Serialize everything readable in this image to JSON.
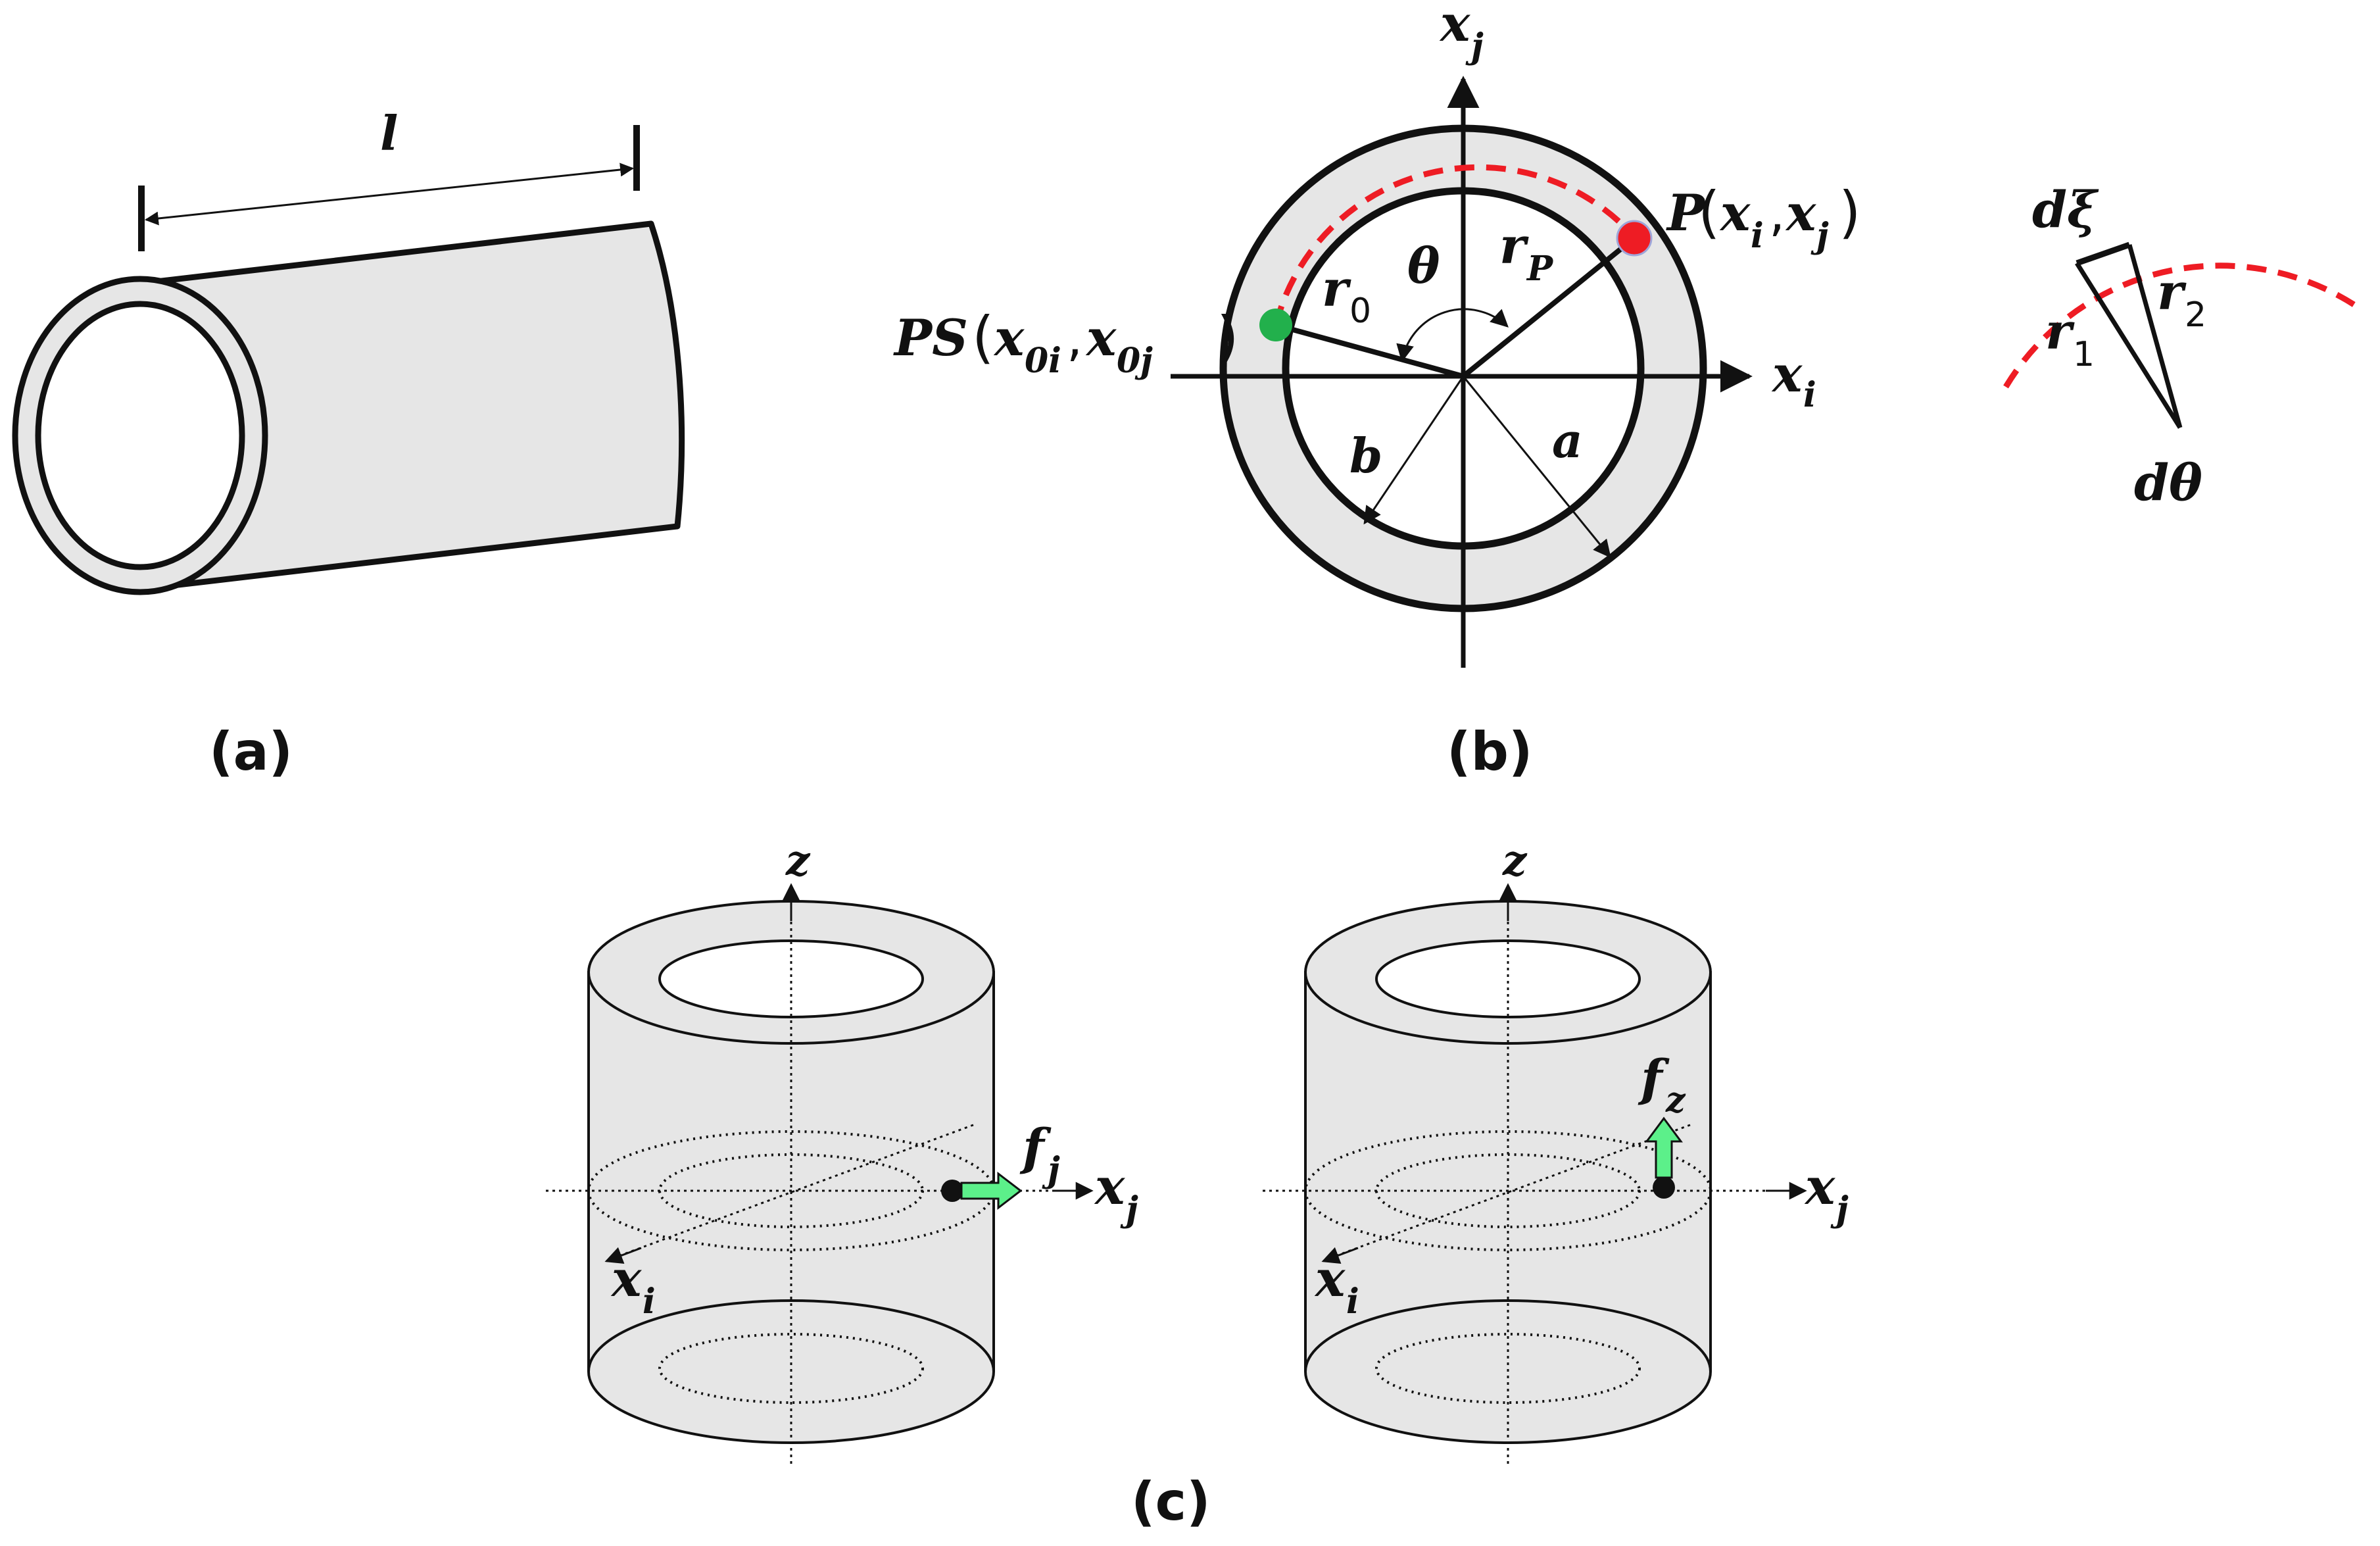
{
  "panel_a": {
    "label": "(a)",
    "length_label": "l"
  },
  "panel_b": {
    "label": "(b)",
    "axis_x": {
      "main": "x",
      "sub": "i"
    },
    "axis_y": {
      "main": "x",
      "sub": "j"
    },
    "point_p": {
      "text": "P",
      "open": "(",
      "a": "x",
      "a_sub": "i",
      "comma": ",",
      "b": "x",
      "b_sub": "j",
      "close": ")"
    },
    "point_ps": {
      "text": "PS",
      "open": "(",
      "a": "x",
      "a_sub": "0i",
      "comma": ",",
      "b": "x",
      "b_sub": "0j",
      "close": ")"
    },
    "r0": {
      "main": "r",
      "sub": "0"
    },
    "rp": {
      "main": "r",
      "sub": "P"
    },
    "theta": "θ",
    "inner_radius": "b",
    "outer_radius": "a",
    "detail": {
      "dxi": "dξ",
      "r1": {
        "main": "r",
        "sub": "1"
      },
      "r2": {
        "main": "r",
        "sub": "2"
      },
      "dtheta": "dθ"
    },
    "colors": {
      "ps_point": "#22b04c",
      "p_point": "#ee1c24",
      "path": "#ee1c24",
      "annulus_fill": "#e6e6e6"
    }
  },
  "panel_c": {
    "label": "(c)",
    "left": {
      "axis_z": "z",
      "axis_i": {
        "main": "x",
        "sub": "i"
      },
      "axis_j": {
        "main": "x",
        "sub": "j"
      },
      "force": {
        "main": "f",
        "sub": "j"
      }
    },
    "right": {
      "axis_z": "z",
      "axis_i": {
        "main": "x",
        "sub": "i"
      },
      "axis_j": {
        "main": "x",
        "sub": "j"
      },
      "force": {
        "main": "f",
        "sub": "z"
      }
    },
    "colors": {
      "force_arrow": "#5cf08a",
      "body_fill": "#e6e6e6"
    }
  }
}
